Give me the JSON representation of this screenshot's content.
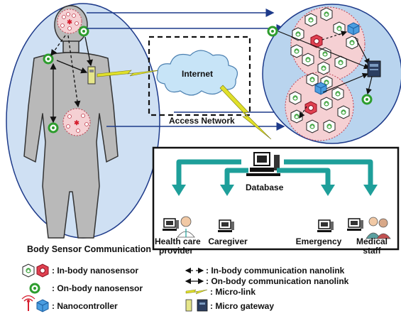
{
  "labels": {
    "internet": "Internet",
    "access_network": "Access Network",
    "database": "Database",
    "body_sensor_communication": "Body Sensor Communication"
  },
  "endpoints": [
    {
      "line1": "Health care",
      "line2": "provider"
    },
    {
      "line1": "Caregiver",
      "line2": ""
    },
    {
      "line1": "Emergency",
      "line2": ""
    },
    {
      "line1": "Medical",
      "line2": "staff"
    }
  ],
  "legend": {
    "in_body_nanosensor": ": In-body nanosensor",
    "on_body_nanosensor": ": On-body nanosensor",
    "nanocontroller": ": Nanocontroller",
    "in_body_link": ": In-body communication nanolink",
    "on_body_link": ": On-body communication nanolink",
    "micro_link": ": Micro-link",
    "micro_gateway": ": Micro gateway"
  },
  "colors": {
    "body_ellipse": "#cfe0f3",
    "body_gray": "#b9b9b9",
    "network_circle": "#b9d4ee",
    "cluster_pink": "#f5d0d3",
    "teal": "#1e9f9a",
    "navy": "#1d3a8a",
    "cloud": "#c7e4f7",
    "lightning": "#e0e02a",
    "green_ring": "#2e9d2e",
    "red": "#d62030"
  }
}
